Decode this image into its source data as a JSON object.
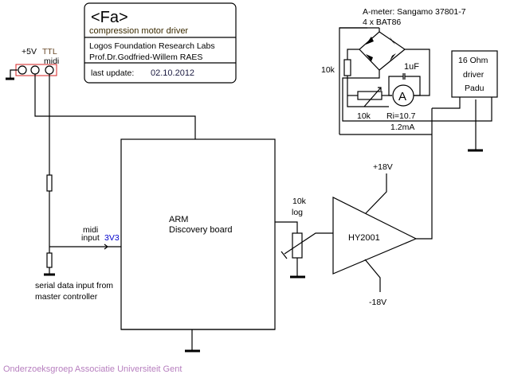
{
  "title_block": {
    "title": "<Fa>",
    "subtitle": "compression motor driver",
    "organization": "Logos Foundation Research Labs",
    "author": "Prof.Dr.Godfried-Willem RAES",
    "update_label": "last update:",
    "update_date": "02.10.2012"
  },
  "connector": {
    "plus5v_label": "+5V",
    "ttl_label": "TTL",
    "midi_label": "midi",
    "border_color": "#d42020"
  },
  "input": {
    "midi_label": "midi",
    "input_label": "input",
    "voltage_label": "3V3",
    "description_line1": "serial data input from",
    "description_line2": "master controller"
  },
  "board": {
    "line1": "ARM",
    "line2": "Discovery board"
  },
  "potentiometer": {
    "value": "10k",
    "taper": "log"
  },
  "amplifier": {
    "name": "HY2001",
    "positive_supply": "+18V",
    "negative_supply": "-18V"
  },
  "ammeter": {
    "title": "A-meter: Sangamo 37801-7",
    "diodes": "4 x BAT86",
    "series_resistor": "10k",
    "trim_resistor": "10k",
    "capacitor": "1uF",
    "meter_symbol": "A",
    "internal_resistance": "Ri=10.7",
    "current": "1.2mA"
  },
  "driver": {
    "line1": "16 Ohm",
    "line2": "driver",
    "line3": "Padu"
  },
  "footer": {
    "text": "Onderzoeksgroep Associatie Universiteit Gent"
  }
}
